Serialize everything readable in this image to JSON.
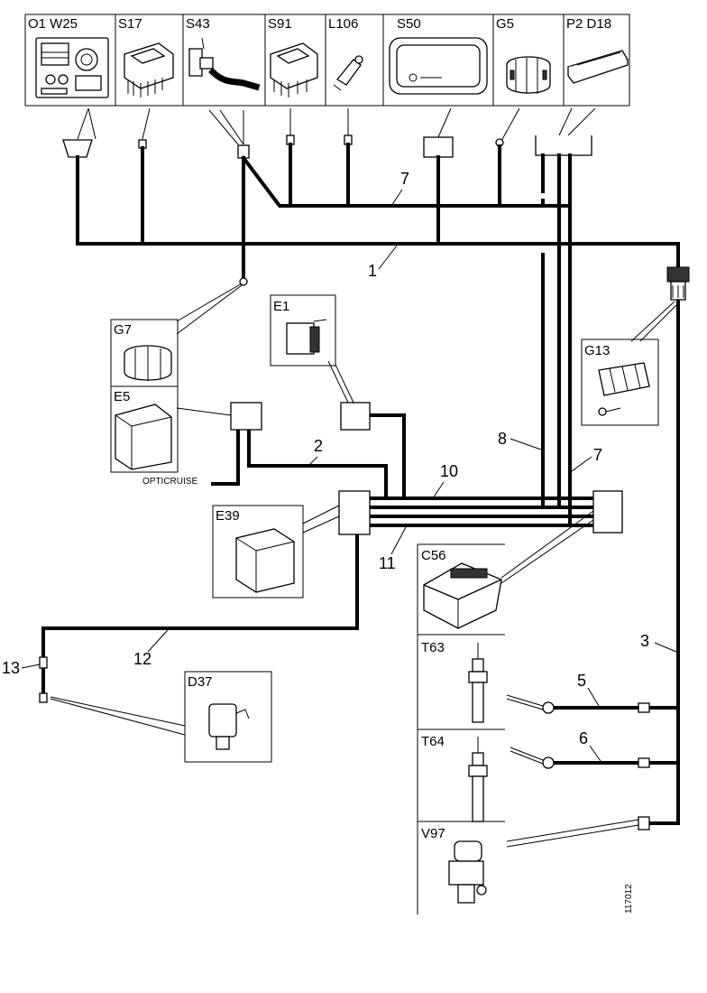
{
  "components": {
    "o1w25": "O1 W25",
    "s17": "S17",
    "s43": "S43",
    "s91": "S91",
    "l106": "L106",
    "s50": "S50",
    "g5": "G5",
    "p2d18": "P2 D18",
    "g7": "G7",
    "e5": "E5",
    "e1": "E1",
    "g13": "G13",
    "e39": "E39",
    "c56": "C56",
    "t63": "T63",
    "t64": "T64",
    "v97": "V97",
    "d37": "D37"
  },
  "wires": {
    "w1": "1",
    "w2": "2",
    "w3": "3",
    "w5": "5",
    "w6": "6",
    "w7a": "7",
    "w7b": "7",
    "w8": "8",
    "w10": "10",
    "w11": "11",
    "w12": "12",
    "w13": "13"
  },
  "opticruise_label": "OPTICRUISE",
  "figure_id": "117012"
}
